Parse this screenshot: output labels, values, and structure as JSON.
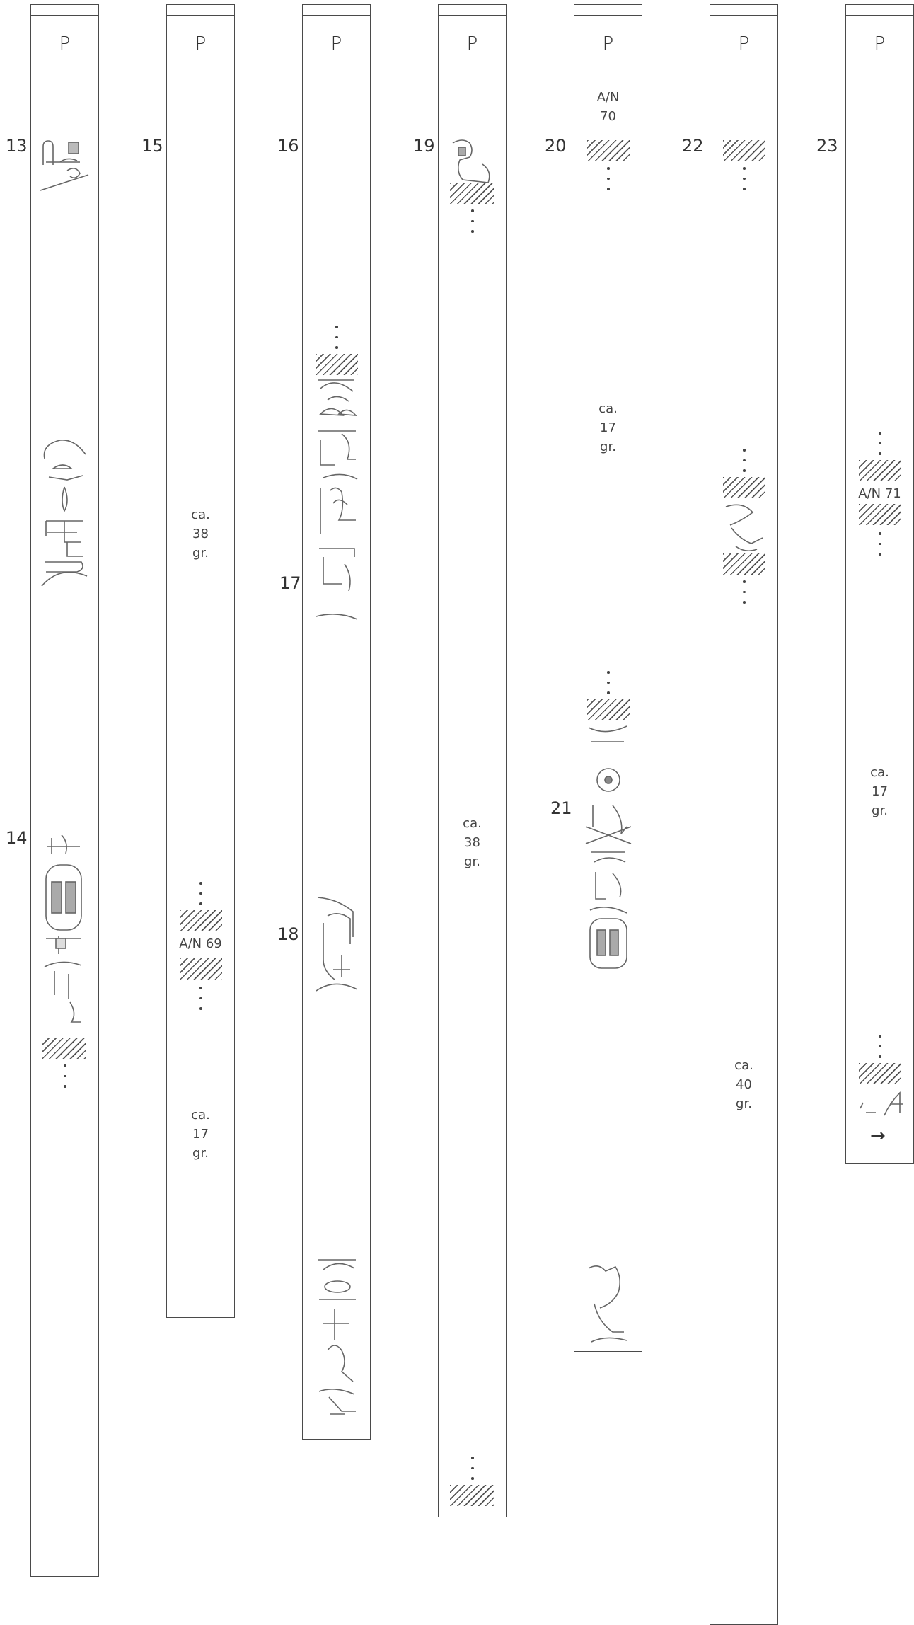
{
  "columns": [
    {
      "id": "c1",
      "header": "P",
      "number": "13"
    },
    {
      "id": "c2",
      "header": "P",
      "number": "15"
    },
    {
      "id": "c3",
      "header": "P",
      "number": "16"
    },
    {
      "id": "c4",
      "header": "P",
      "number": "19"
    },
    {
      "id": "c5",
      "header": "P",
      "number": "20"
    },
    {
      "id": "c6",
      "header": "P",
      "number": "22"
    },
    {
      "id": "c7",
      "header": "P",
      "number": "23"
    }
  ],
  "line_numbers": {
    "n14": "14",
    "n17": "17",
    "n18": "18",
    "n21": "21"
  },
  "notes": {
    "c2_gap1": [
      "ca.",
      "38",
      "gr."
    ],
    "c2_an": "A/N 69",
    "c2_gap2": [
      "ca.",
      "17",
      "gr."
    ],
    "c4_gap": [
      "ca.",
      "38",
      "gr."
    ],
    "c5_an": [
      "A/N",
      "70"
    ],
    "c5_gap": [
      "ca.",
      "17",
      "gr."
    ],
    "c6_gap": [
      "ca.",
      "40",
      "gr."
    ],
    "c7_an": "A/N 71",
    "c7_gap": [
      "ca.",
      "17",
      "gr."
    ]
  },
  "arrow": "→",
  "icons": {
    "hatch": "lacuna-hatch-icon",
    "dots": "vertical-ellipsis-icon",
    "sketch": "hieroglyph-sketch-icon"
  }
}
